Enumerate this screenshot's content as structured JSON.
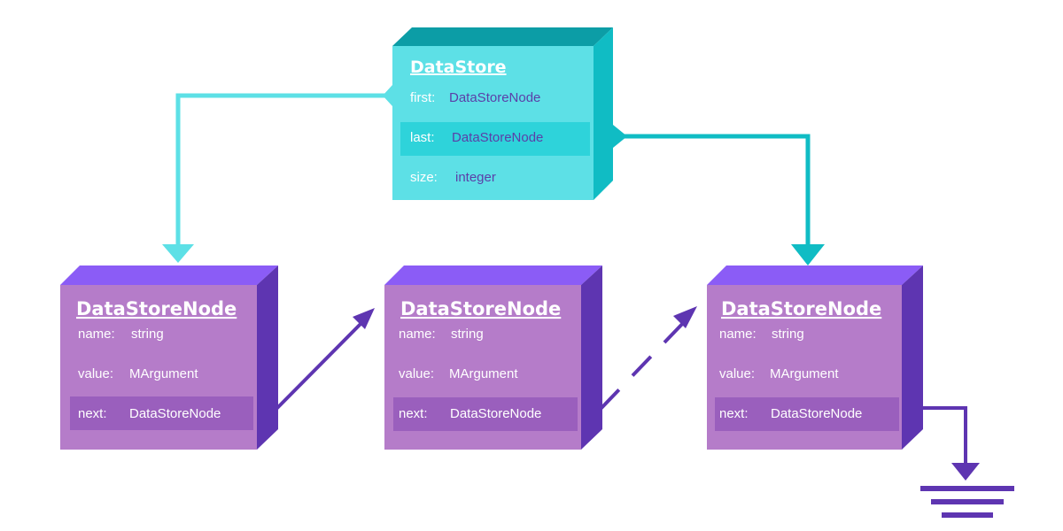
{
  "colors": {
    "cyan_face": "#5de0e6",
    "cyan_top": "#0c9da6",
    "cyan_side": "#10bcc4",
    "cyan_highlight": "#2ed3da",
    "cyan_value_text": "#5b3fa8",
    "purple_face": "#b57cc9",
    "purple_top": "#8b5cf6",
    "purple_side": "#5e35b1",
    "purple_highlight": "#9a5fbd",
    "left_arrow": "#5de0e6",
    "right_arrow": "#10bcc4",
    "link_arrow": "#5e35b1"
  },
  "datastore": {
    "title": "DataStore",
    "fields": [
      {
        "label": "first:",
        "value": "DataStoreNode"
      },
      {
        "label": "last:",
        "value": "DataStoreNode"
      },
      {
        "label": "size:",
        "value": "integer"
      }
    ]
  },
  "nodes": [
    {
      "title": "DataStoreNode",
      "fields": [
        {
          "label": "name:",
          "value": "string"
        },
        {
          "label": "value:",
          "value": "MArgument"
        },
        {
          "label": "next:",
          "value": "DataStoreNode"
        }
      ]
    },
    {
      "title": "DataStoreNode",
      "fields": [
        {
          "label": "name:",
          "value": "string"
        },
        {
          "label": "value:",
          "value": "MArgument"
        },
        {
          "label": "next:",
          "value": "DataStoreNode"
        }
      ]
    },
    {
      "title": "DataStoreNode",
      "fields": [
        {
          "label": "name:",
          "value": "string"
        },
        {
          "label": "value:",
          "value": "MArgument"
        },
        {
          "label": "next:",
          "value": "DataStoreNode"
        }
      ]
    }
  ]
}
